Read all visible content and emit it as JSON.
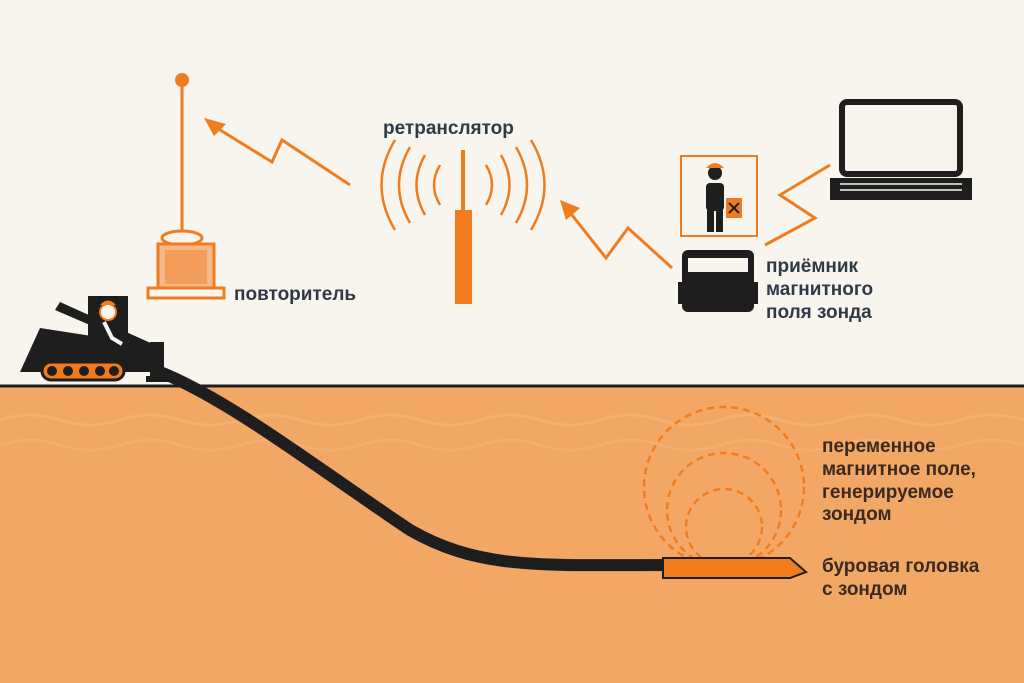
{
  "labels": {
    "repeater": "повторитель",
    "relay": "ретранслятор",
    "receiver": "приёмник\nмагнитного\nполя зонда",
    "field": "переменное\nмагнитное поле,\nгенерируемое\nзондом",
    "drill_head": "буровая головка\nс зондом"
  },
  "colors": {
    "sky": "#f8f5ef",
    "soil": "#f2a765",
    "accent": "#f07c1e",
    "dark": "#1e1e1e",
    "label_text": "#2f3a46"
  },
  "icons": [
    "drilling-rig-icon",
    "repeater-antenna-icon",
    "relay-antenna-icon",
    "signal-waves-icon",
    "operator-icon",
    "receiver-device-icon",
    "laptop-icon",
    "lightning-signal-icon",
    "magnetic-field-icon",
    "drill-head-icon"
  ]
}
